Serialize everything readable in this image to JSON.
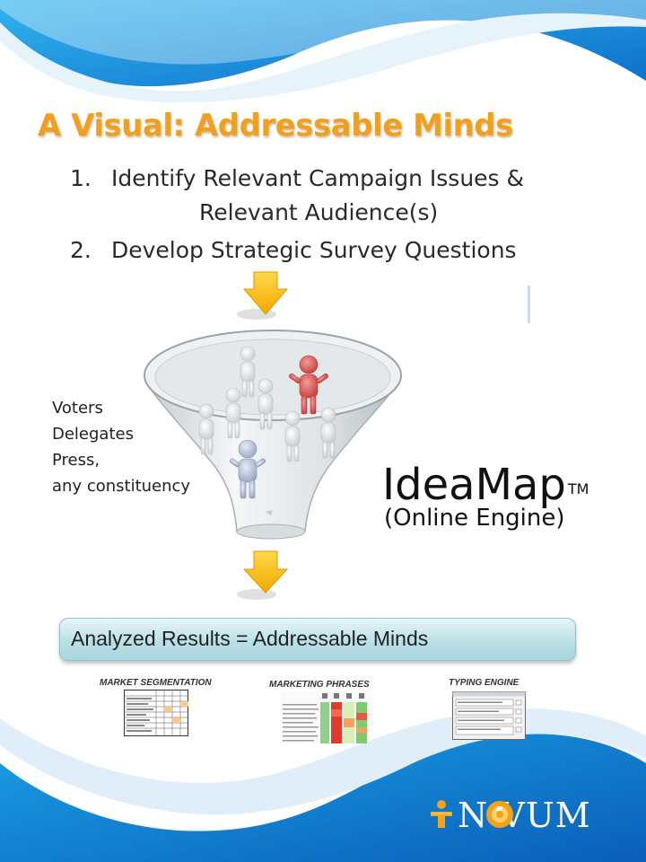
{
  "slide": {
    "title": "A Visual: Addressable Minds",
    "steps": [
      {
        "num": "1.",
        "line1": "Identify Relevant Campaign Issues &",
        "line2": "Relevant Audience(s)"
      },
      {
        "num": "2.",
        "line1": "Develop Strategic Survey Questions"
      }
    ],
    "constituency": [
      "Voters",
      "Delegates",
      "Press,",
      "any constituency"
    ],
    "product": {
      "name": "IdeaMap",
      "trademark": "TM",
      "subtitle": "(Online Engine)"
    },
    "results_bar": "Analyzed Results = Addressable Minds",
    "thumbnails": [
      {
        "label": "MARKET SEGMENTATION"
      },
      {
        "label": "MARKETING PHRASES"
      },
      {
        "label": "TYPING ENGINE"
      }
    ],
    "logo": {
      "text": "N VUM"
    }
  },
  "colors": {
    "title": "#f0a01e",
    "accent_blue": "#1e8fd6",
    "arrow": "#f7b400",
    "highlight_person": "#d9534f",
    "results_bar": "#b9e0e6"
  }
}
